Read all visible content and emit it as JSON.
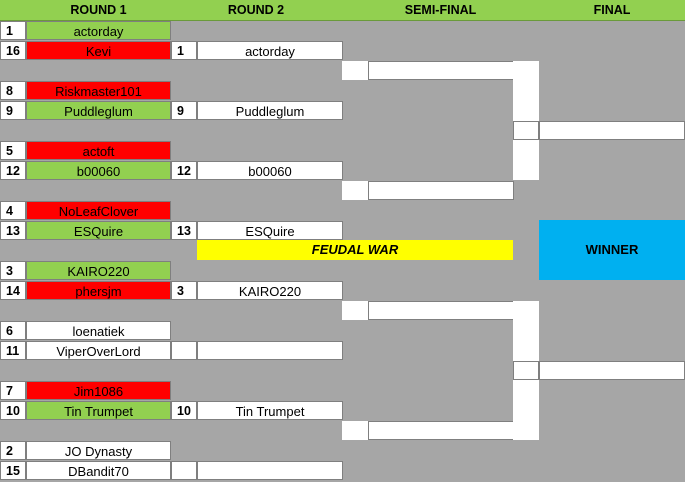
{
  "headers": {
    "round1": "ROUND 1",
    "round2": "ROUND 2",
    "semi": "SEMI-FINAL",
    "final": "FINAL"
  },
  "round1": [
    {
      "seed": "1",
      "name": "actorday",
      "status": "win"
    },
    {
      "seed": "16",
      "name": "Kevi",
      "status": "loss"
    },
    {
      "seed": "8",
      "name": "Riskmaster101",
      "status": "loss"
    },
    {
      "seed": "9",
      "name": "Puddleglum",
      "status": "win"
    },
    {
      "seed": "5",
      "name": "actoft",
      "status": "loss"
    },
    {
      "seed": "12",
      "name": "b00060",
      "status": "win"
    },
    {
      "seed": "4",
      "name": "NoLeafClover",
      "status": "loss"
    },
    {
      "seed": "13",
      "name": "ESQuire",
      "status": "win"
    },
    {
      "seed": "3",
      "name": "KAIRO220",
      "status": "win"
    },
    {
      "seed": "14",
      "name": "phersjm",
      "status": "loss"
    },
    {
      "seed": "6",
      "name": "loenatiek",
      "status": "pending"
    },
    {
      "seed": "11",
      "name": "ViperOverLord",
      "status": "pending"
    },
    {
      "seed": "7",
      "name": "Jim1086",
      "status": "loss"
    },
    {
      "seed": "10",
      "name": "Tin Trumpet",
      "status": "win"
    },
    {
      "seed": "2",
      "name": "JO Dynasty",
      "status": "pending"
    },
    {
      "seed": "15",
      "name": "DBandit70",
      "status": "pending"
    }
  ],
  "round2": [
    {
      "seed": "1",
      "name": "actorday"
    },
    {
      "seed": "9",
      "name": "Puddleglum"
    },
    {
      "seed": "12",
      "name": "b00060"
    },
    {
      "seed": "13",
      "name": "ESQuire"
    },
    {
      "seed": "3",
      "name": "KAIRO220"
    },
    {
      "seed": "",
      "name": ""
    },
    {
      "seed": "10",
      "name": "Tin Trumpet"
    },
    {
      "seed": "",
      "name": ""
    }
  ],
  "semi": [
    {
      "seed": "",
      "name": ""
    },
    {
      "seed": "",
      "name": ""
    },
    {
      "seed": "",
      "name": ""
    },
    {
      "seed": "",
      "name": ""
    }
  ],
  "final": [
    {
      "seed": "",
      "name": ""
    },
    {
      "seed": "",
      "name": ""
    }
  ],
  "banner": "FEUDAL WAR",
  "winner_label": "WINNER",
  "colors": {
    "header_green": "#92d050",
    "win_green": "#92d050",
    "loss_red": "#ff0000",
    "banner_yellow": "#ffff00",
    "winner_blue": "#00b0f0",
    "background_gray": "#a6a6a6"
  }
}
